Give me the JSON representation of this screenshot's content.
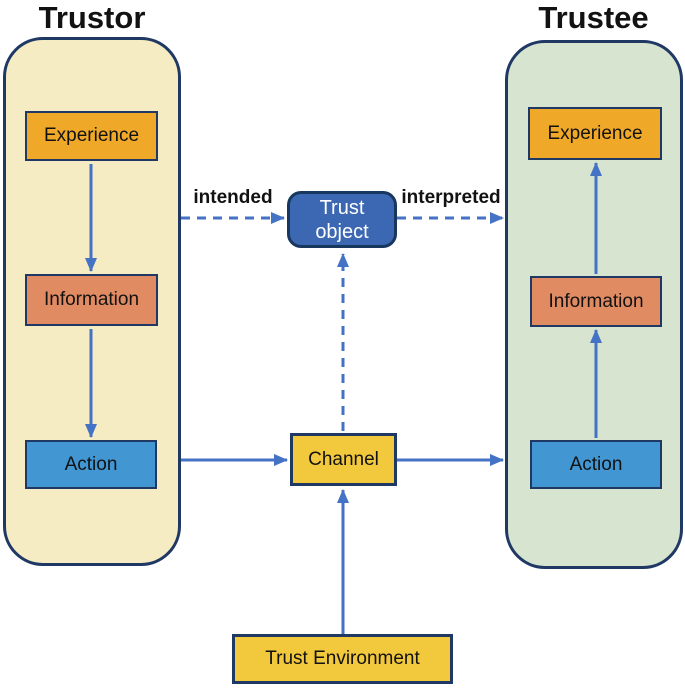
{
  "diagram": {
    "trustor": {
      "title": "Trustor",
      "boxes": {
        "experience": {
          "label": "Experience"
        },
        "information": {
          "label": "Information"
        },
        "action": {
          "label": "Action"
        }
      }
    },
    "trustee": {
      "title": "Trustee",
      "boxes": {
        "experience": {
          "label": "Experience"
        },
        "information": {
          "label": "Information"
        },
        "action": {
          "label": "Action"
        }
      }
    },
    "center": {
      "trust_object_label": "Trust object",
      "channel_label": "Channel",
      "trust_environment_label": "Trust Environment"
    },
    "edge_labels": {
      "intended": "intended",
      "interpreted": "interpreted"
    },
    "colors": {
      "trustor_panel_bg": "#F5ECC3",
      "trustee_panel_bg": "#D7E4D0",
      "experience_bg": "#F0A828",
      "information_bg": "#E18B62",
      "action_bg": "#4296D2",
      "trust_object_bg": "#3C68B3",
      "trust_object_text": "#FFFFFF",
      "channel_bg": "#F2C83D",
      "trust_environment_bg": "#F2C83D",
      "outline": "#1F3864",
      "arrow": "#4472C4",
      "text": "#121212"
    }
  }
}
